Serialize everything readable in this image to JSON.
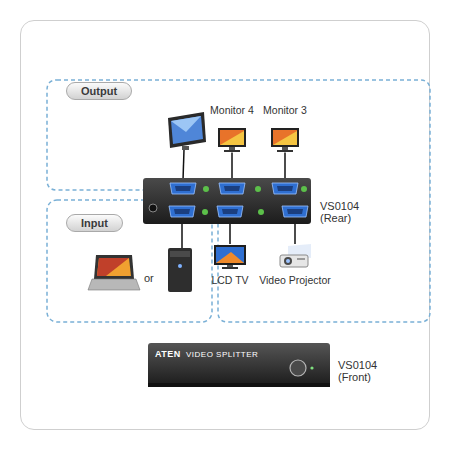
{
  "diagram": {
    "nodes": [
      {
        "text": [
          "Output"
        ]
      },
      {
        "text": [
          "Input"
        ]
      },
      {
        "text": [
          "VS0104 (Rear)"
        ]
      },
      {
        "text": [
          "Monitor 4"
        ],
        "in": 0
      },
      {
        "text": [
          "Monitor 3"
        ],
        "in": 0
      },
      {
        "text": [
          "LCD TV"
        ],
        "in": 0
      },
      {
        "text": [
          "Video Projector"
        ],
        "in": 0
      },
      {
        "text": [
          "ATEN",
          "VIDEO SPLITTER",
          "VS0104 (Front)"
        ]
      }
    ],
    "edges": [
      {
        "from": 2,
        "to": 3,
        "arrow": "none"
      },
      {
        "from": 2,
        "to": 4,
        "arrow": "none"
      },
      {
        "from": 2,
        "to": 5,
        "arrow": "none"
      },
      {
        "from": 2,
        "to": 6,
        "arrow": "none"
      }
    ],
    "labels": [
      "or"
    ]
  }
}
